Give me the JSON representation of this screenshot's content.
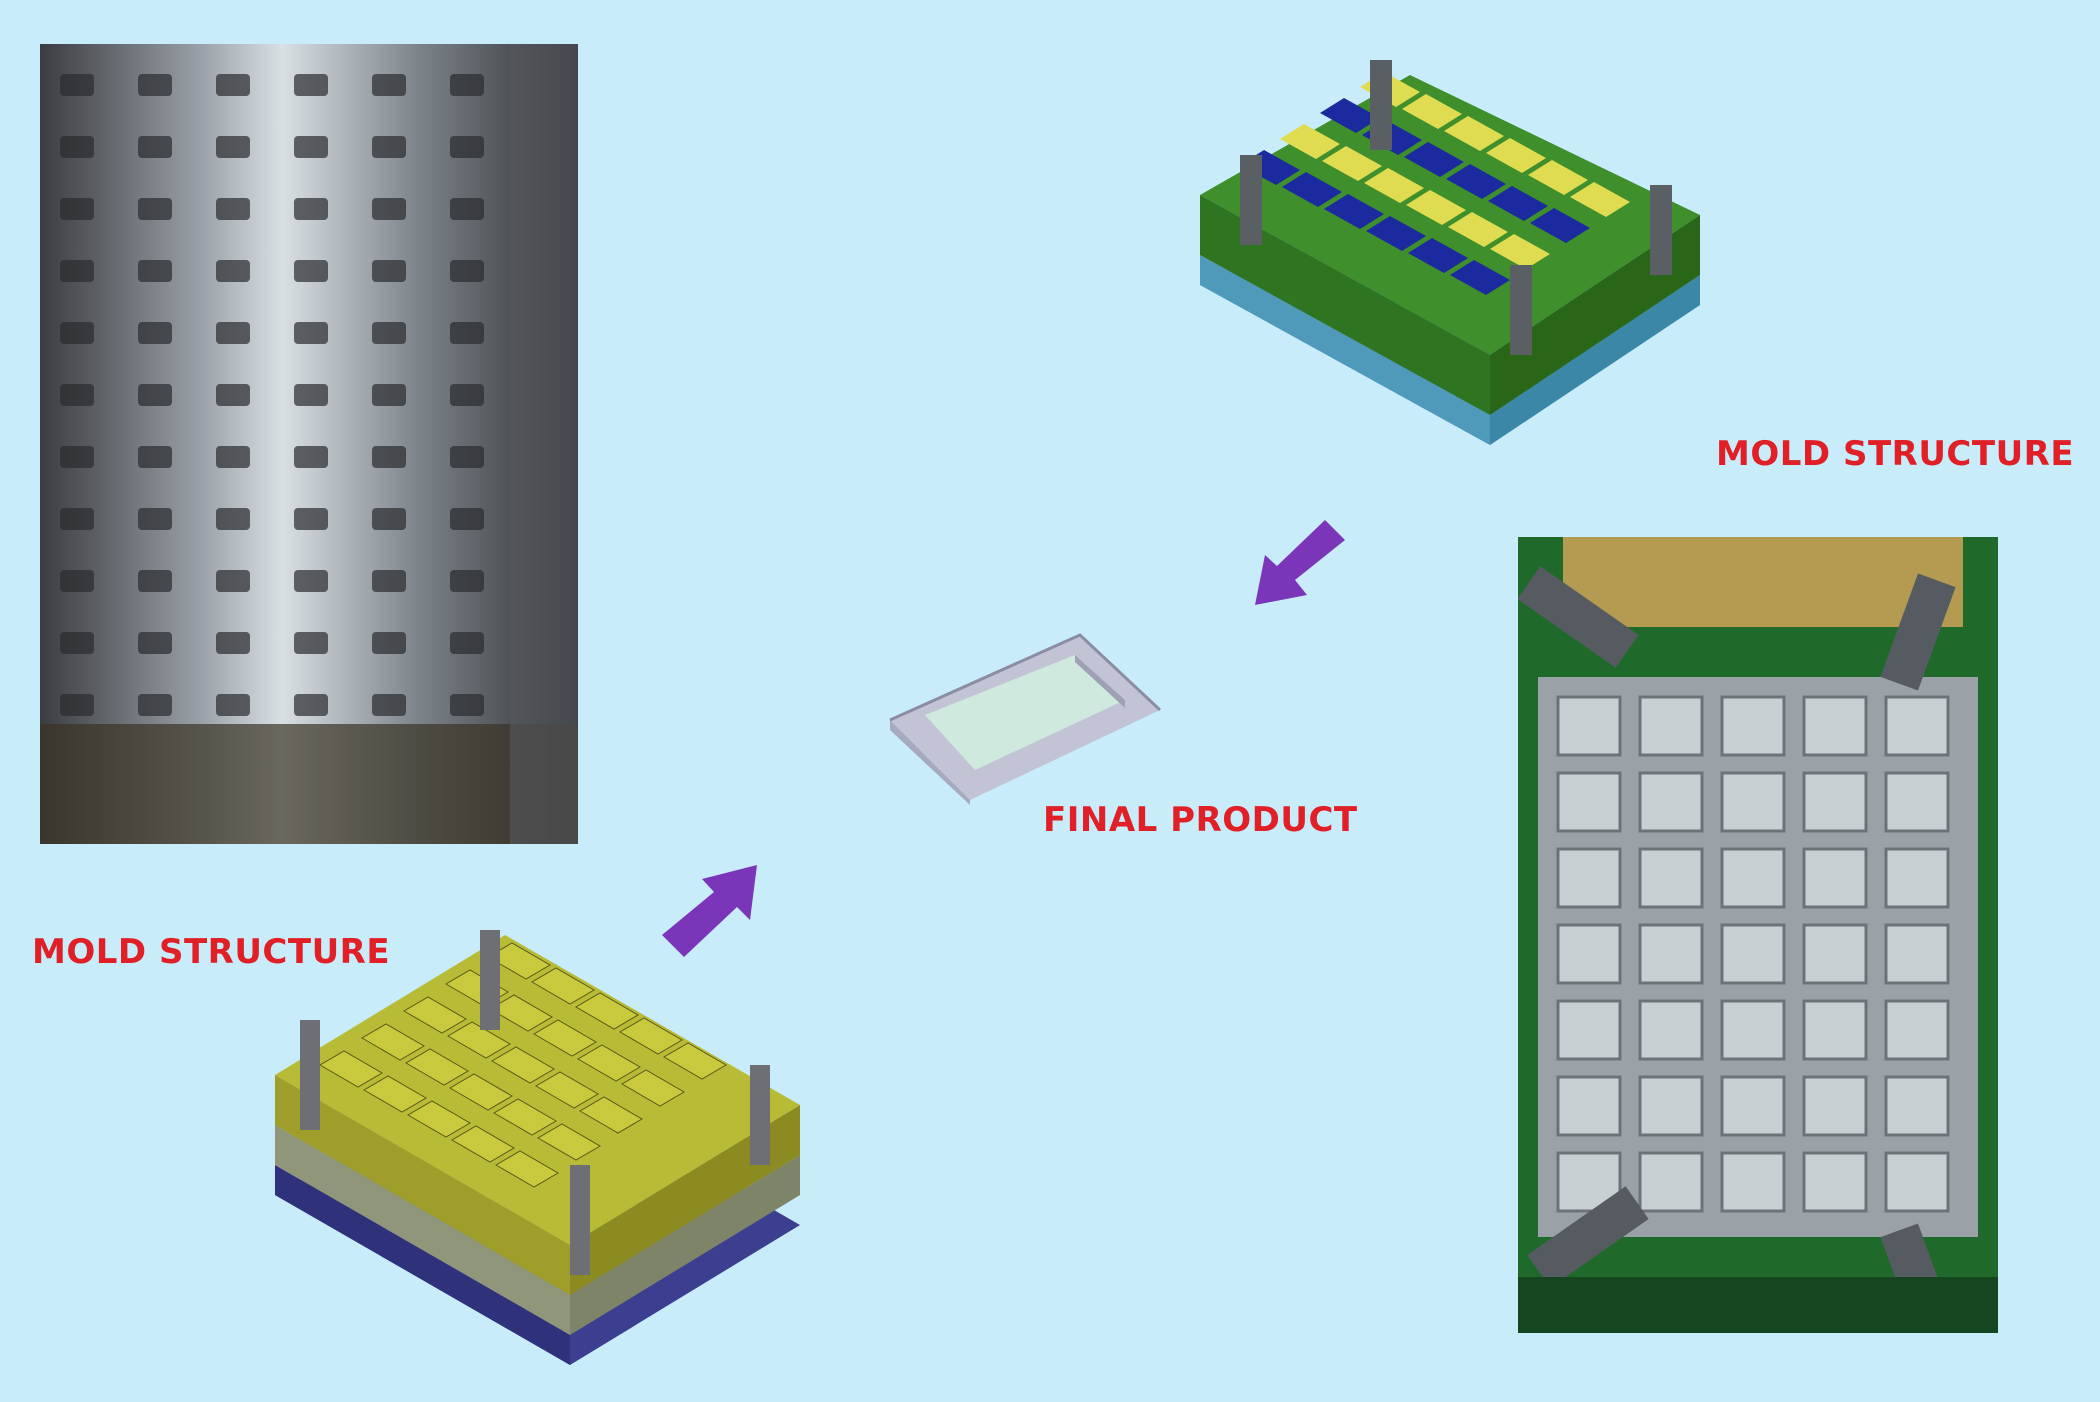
{
  "labels": {
    "mold_structure_right": "MOLD STRUCTURE",
    "mold_structure_left": "MOLD STRUCTURE",
    "final_product": "FINAL PRODUCT"
  },
  "colors": {
    "background": "#c9ecfb",
    "label_red": "#e01f26",
    "arrow_purple": "#7b35b8"
  },
  "icons": {
    "arrow_down_left": "arrow-down-left-icon",
    "arrow_up_right": "arrow-up-right-icon"
  }
}
